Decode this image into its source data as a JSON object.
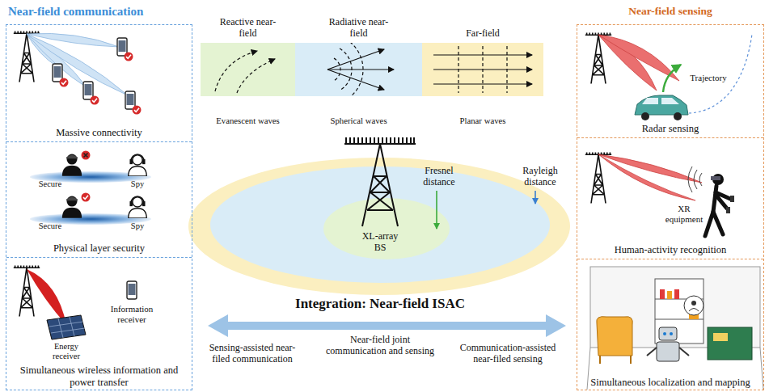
{
  "diagram": {
    "nodes": [
      {
        "text": [
          "Near-field communication"
        ]
      },
      {
        "text": [
          "Massive connectivity"
        ],
        "in": 0
      },
      {
        "text": [
          "Physical layer security"
        ],
        "in": 0
      },
      {
        "text": [
          "Simultaneous wireless information and power transfer"
        ],
        "in": 0
      },
      {
        "text": [
          "Reactive near-field",
          "Evanescent waves"
        ]
      },
      {
        "text": [
          "Radiative near-field",
          "Spherical waves"
        ]
      },
      {
        "text": [
          "Far-field",
          "Planar waves"
        ]
      },
      {
        "text": [
          "Near-field sensing"
        ]
      },
      {
        "text": [
          "Radar sensing"
        ],
        "in": 7
      },
      {
        "text": [
          "Human-activity recognition"
        ],
        "in": 7
      },
      {
        "text": [
          "Simultaneous localization and mapping"
        ],
        "in": 7
      }
    ],
    "edges": [],
    "labels": [
      "Secure",
      "Spy",
      "Secure",
      "Spy",
      "Information receiver",
      "Energy receiver",
      "Trajectory",
      "XR equipment",
      "Fresnel distance",
      "Rayleigh distance",
      "XL-array BS",
      "Integration: Near-field ISAC",
      "Sensing-assisted near-filed communication",
      "Near-field joint communication and sensing",
      "Communication-assisted near-filed sensing"
    ]
  }
}
